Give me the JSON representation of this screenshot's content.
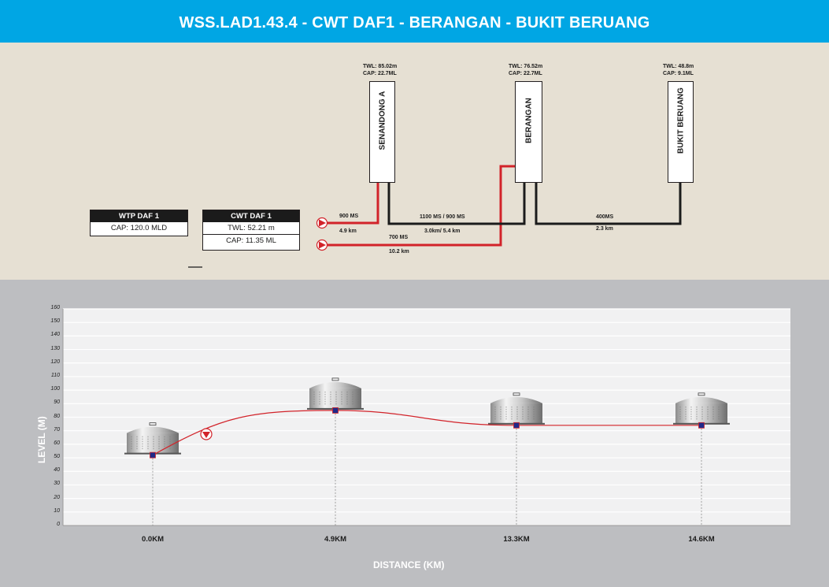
{
  "title": "WSS.LAD1.43.4 - CWT DAF1 - BERANGAN - BUKIT BERUANG",
  "schematic": {
    "wtp": {
      "header": "WTP DAF 1",
      "cap": "CAP: 120.0 MLD"
    },
    "cwt": {
      "header": "CWT DAF 1",
      "twl": "TWL: 52.21 m",
      "cap": "CAP: 11.35 ML"
    },
    "tanks": [
      {
        "name": "SENANDONG A",
        "twl": "TWL: 85.02m",
        "cap": "CAP: 22.7ML"
      },
      {
        "name": "BERANGAN",
        "twl": "TWL: 76.52m",
        "cap": "CAP: 22.7ML"
      },
      {
        "name": "BUKIT BERUANG",
        "twl": "TWL: 48.8m",
        "cap": "CAP: 9.1ML"
      }
    ],
    "pipes": [
      {
        "size": "900 MS",
        "length": "4.9 km"
      },
      {
        "size": "700 MS",
        "length": "10.2 km"
      },
      {
        "size": "1100 MS / 900 MS",
        "length": "3.0km/ 5.4 km"
      },
      {
        "size": "400MS",
        "length": "2.3 km"
      }
    ],
    "colors": {
      "rising_main": "#d2232a",
      "gravity_main": "#1b1b1b",
      "pump_icon": "#d2232a"
    }
  },
  "chart_data": {
    "type": "line",
    "xlabel": "DISTANCE (KM)",
    "ylabel": "LEVEL (M)",
    "ylim": [
      0,
      160
    ],
    "yticks": [
      0,
      10,
      20,
      30,
      40,
      50,
      60,
      70,
      80,
      90,
      100,
      110,
      120,
      130,
      140,
      150,
      160
    ],
    "categories": [
      "0.0KM",
      "4.9KM",
      "13.3KM",
      "14.6KM"
    ],
    "values": [
      52,
      85,
      74,
      74
    ],
    "grid": true,
    "line_color": "#d2232a",
    "marker_color": "#1f2a8a",
    "icons": [
      "tank-icon",
      "tank-icon",
      "tank-icon",
      "tank-icon",
      "pump-icon"
    ]
  }
}
